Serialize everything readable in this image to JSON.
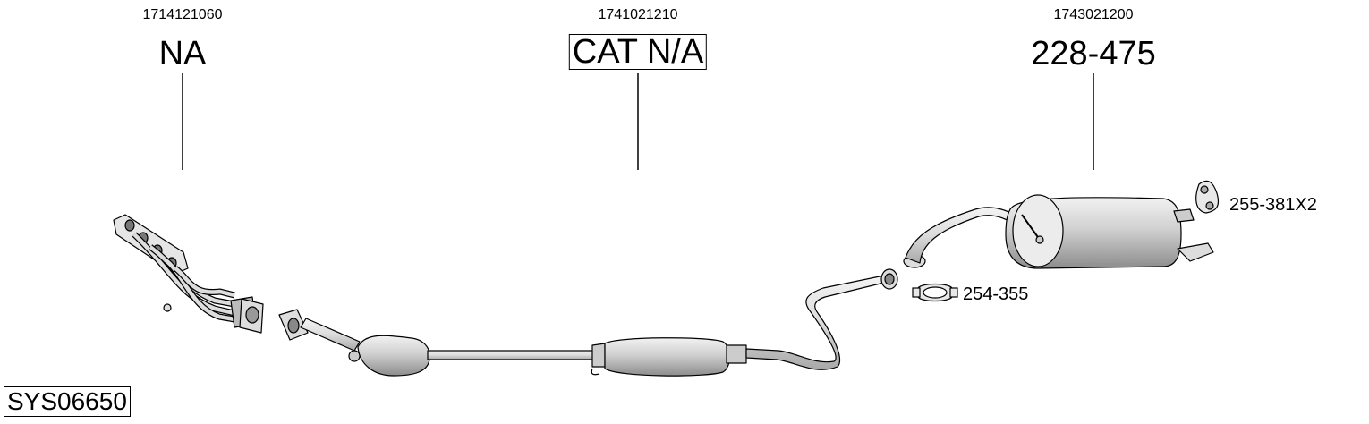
{
  "parts": [
    {
      "oem": "1714121060",
      "label": "NA",
      "boxed": false
    },
    {
      "oem": "1741021210",
      "label": "CAT N/A",
      "boxed": true
    },
    {
      "oem": "1743021200",
      "label": "228-475",
      "boxed": false
    }
  ],
  "accessories": [
    {
      "label": "255-381X2",
      "icon": "rubber-hanger-icon"
    },
    {
      "label": "254-355",
      "icon": "pipe-clamp-icon"
    }
  ],
  "system_code": "SYS06650"
}
